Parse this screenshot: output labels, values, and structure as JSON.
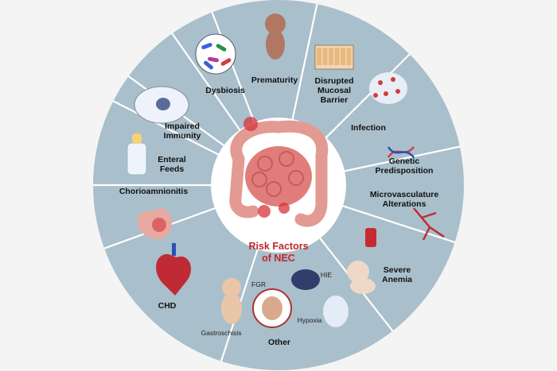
{
  "center_title": "Risk Factors\nof NEC",
  "factors": [
    {
      "id": "dysbiosis",
      "label": "Dysbiosis"
    },
    {
      "id": "prematurity",
      "label": "Prematurity"
    },
    {
      "id": "disrupted-barrier",
      "label": "Disrupted\nMucosal\nBarrier"
    },
    {
      "id": "infection",
      "label": "Infection"
    },
    {
      "id": "genetic",
      "label": "Genetic\nPredisposition"
    },
    {
      "id": "microvasculature",
      "label": "Microvasculature\nAlterations"
    },
    {
      "id": "anemia",
      "label": "Severe\nAnemia"
    },
    {
      "id": "other",
      "label": "Other"
    },
    {
      "id": "chd",
      "label": "CHD"
    },
    {
      "id": "chorio",
      "label": "Chorioamnionitis"
    },
    {
      "id": "enteral",
      "label": "Enteral\nFeeds"
    },
    {
      "id": "immunity",
      "label": "Impaired\nImmunity"
    }
  ],
  "other_subitems": [
    "FGR",
    "HIE",
    "Hypoxia",
    "Gastroschisis"
  ],
  "colors": {
    "background": "#f4f4f4",
    "ring": "#a9bfcb",
    "divider": "#ffffff",
    "center_fill": "#ffffff",
    "center_text": "#c0262b",
    "intestine": "#e39a93",
    "inflammation": "#d6333a"
  }
}
